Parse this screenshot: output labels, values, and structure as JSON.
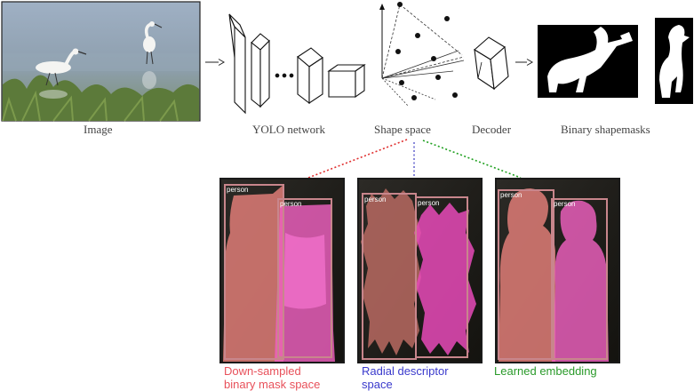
{
  "captions": {
    "image": "Image",
    "yolo": "YOLO network",
    "shape_space": "Shape space",
    "decoder": "Decoder",
    "binary": "Binary shapemasks"
  },
  "panels": [
    {
      "line1": "Down-sampled",
      "line2": "binary mask space",
      "color": "#e8505a",
      "box_labels": [
        "person",
        "person"
      ]
    },
    {
      "line1": "Radial descriptor",
      "line2": "space",
      "color": "#3a3acc",
      "box_labels": [
        "person",
        "person"
      ]
    },
    {
      "line1": "Learned embedding",
      "line2": "",
      "color": "#2a9a2a",
      "box_labels": [
        "person",
        "person"
      ]
    }
  ],
  "colors": {
    "mask_left": "#d97a74",
    "mask_right": "#ef60c0",
    "box_outline": "#c8868c"
  }
}
